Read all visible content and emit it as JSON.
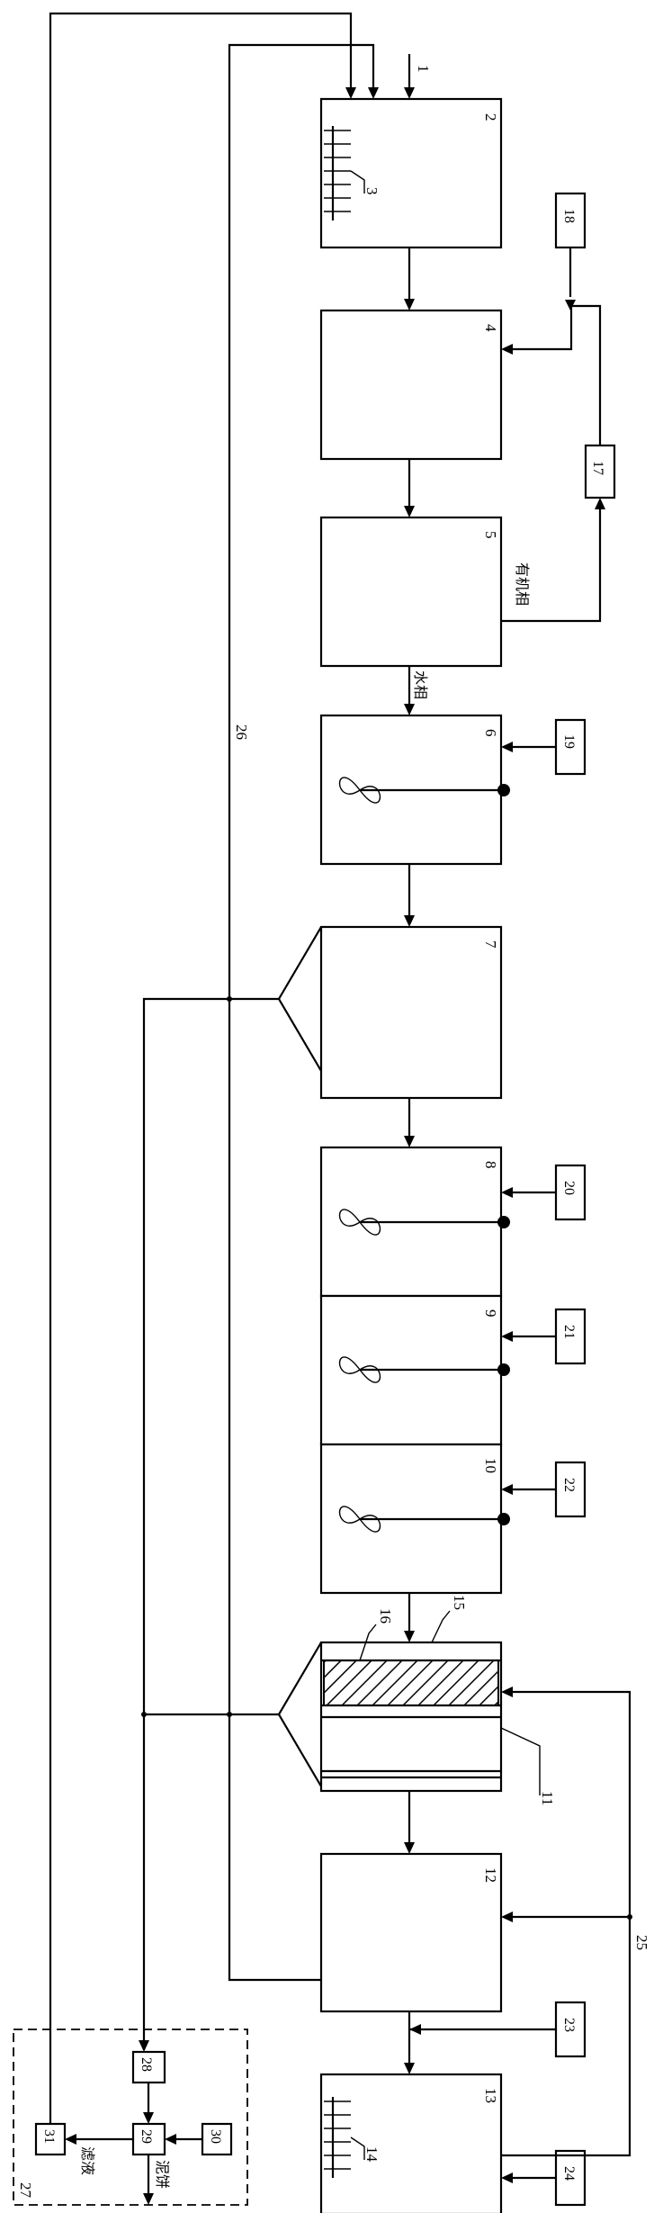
{
  "labels": {
    "n1": "1",
    "n2": "2",
    "n3": "3",
    "n4": "4",
    "n5": "5",
    "n6": "6",
    "n7": "7",
    "n8": "8",
    "n9": "9",
    "n10": "10",
    "n11": "11",
    "n12": "12",
    "n13": "13",
    "n14": "14",
    "n15": "15",
    "n16": "16",
    "n17": "17",
    "n18": "18",
    "n19": "19",
    "n20": "20",
    "n21": "21",
    "n22": "22",
    "n23": "23",
    "n24": "24",
    "n25": "25",
    "n26": "26",
    "n27": "27",
    "n28": "28",
    "n29": "29",
    "n30": "30",
    "n31": "31"
  },
  "text": {
    "organic_phase": "有机相",
    "aqueous_phase": "水相",
    "filtrate": "滤液",
    "filter_cake": "泥饼"
  }
}
